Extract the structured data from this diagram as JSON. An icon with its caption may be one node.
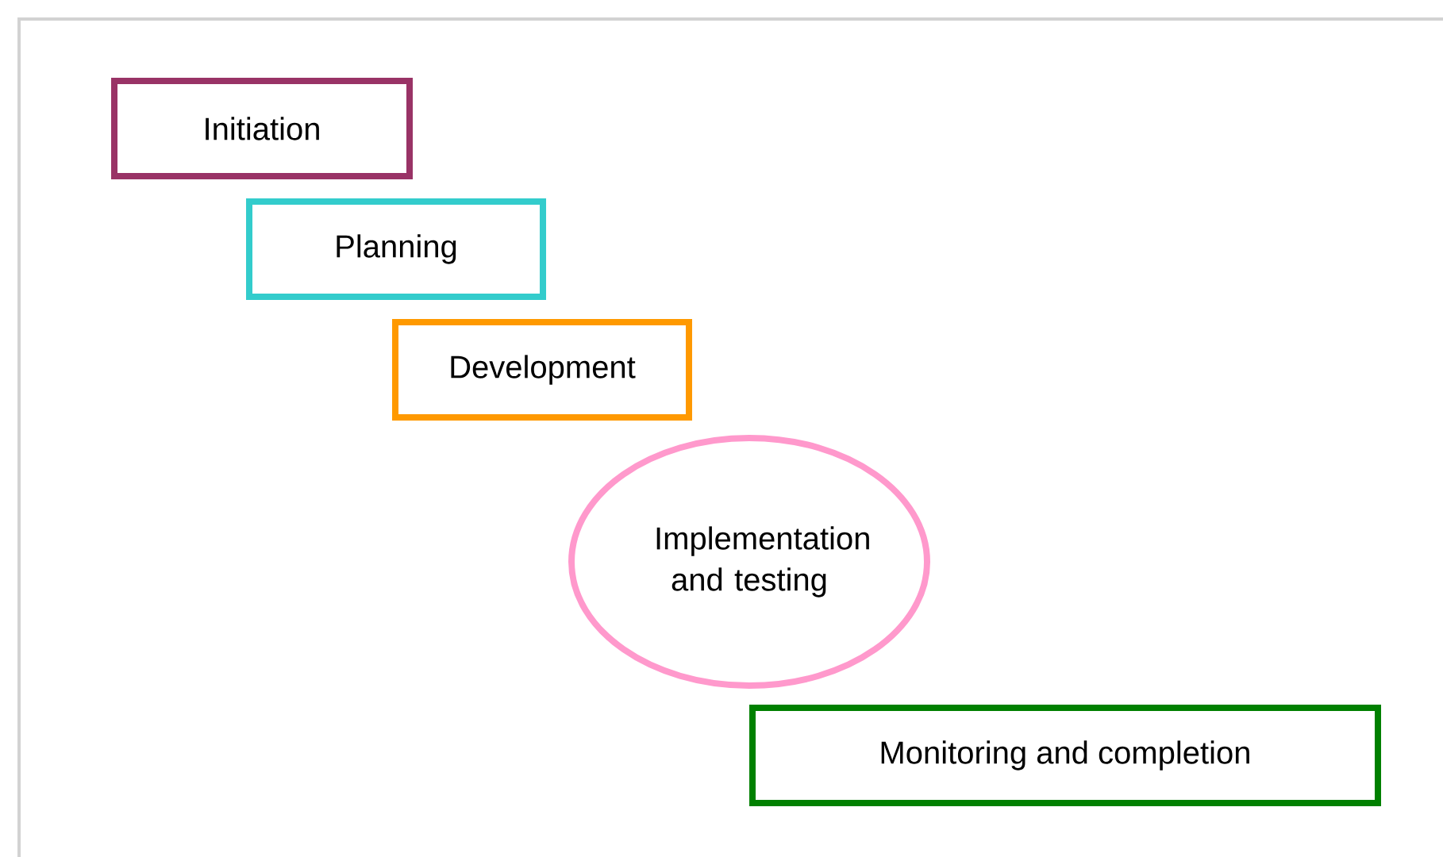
{
  "diagram": {
    "nodes": [
      {
        "text": [
          "Initiation"
        ]
      },
      {
        "text": [
          "Planning"
        ]
      },
      {
        "text": [
          "Development"
        ]
      },
      {
        "text": [
          "Implementation and testing"
        ]
      },
      {
        "text": [
          "Monitoring and completion"
        ]
      }
    ]
  }
}
